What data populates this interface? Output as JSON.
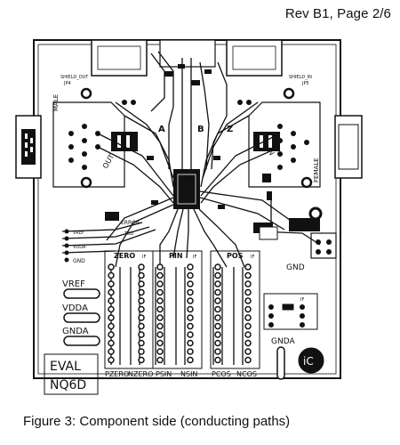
{
  "header": {
    "revision": "Rev B1, Page 2/6"
  },
  "caption": "Figure 3: Component side (conducting paths)",
  "board": {
    "jumpers": {
      "shield_out": "SHIELD_OUT",
      "jp4": "JP4",
      "shield_in": "SHIELD_IN",
      "jp5": "JP5"
    },
    "connector_labels": {
      "male": "MALE",
      "female": "FEMALE",
      "out": "OUT",
      "in": "IN"
    },
    "channel_letters": [
      "B",
      "Z",
      "A"
    ],
    "mid_labels": {
      "error": "ERROR",
      "tbd": "TBD",
      "vb": "VB",
      "gnd": "GND"
    },
    "left_pins": [
      "VREF",
      "VDDA",
      "GND"
    ],
    "banks": [
      "ZERO",
      "PIN",
      "POS"
    ],
    "bank_tag": "IF",
    "power_labels": [
      "VREF",
      "VDDA",
      "GNDA"
    ],
    "eval": {
      "line1": "EVAL",
      "line2": "NQ6D"
    },
    "logo": "iC",
    "bottom_labels": [
      "PZERO",
      "NZERO",
      "PSIN",
      "NSIN",
      "PCOS",
      "NCOS"
    ],
    "ifselect": {
      "tag": "IF",
      "gnda": "GNDA"
    }
  }
}
